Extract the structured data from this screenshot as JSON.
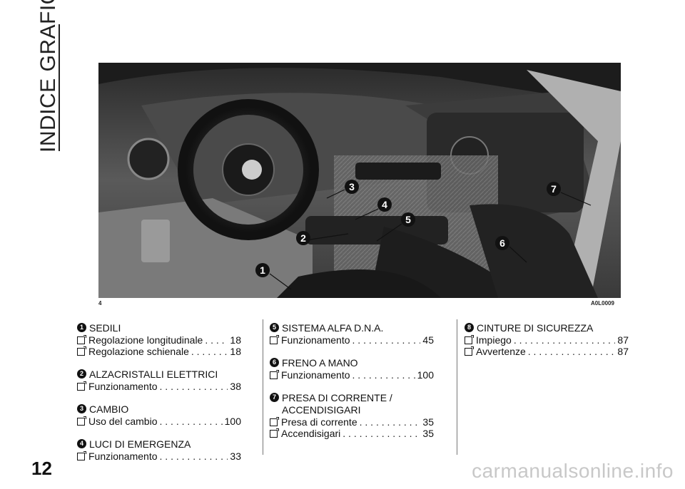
{
  "side_title": "INDICE GRAFICO",
  "figure": {
    "number": "4",
    "code": "A0L0009",
    "callouts": [
      "1",
      "2",
      "3",
      "4",
      "5",
      "6",
      "7"
    ]
  },
  "columns": [
    [
      {
        "num": "1",
        "title": "SEDILI",
        "entries": [
          {
            "text": "Regolazione longitudinale",
            "page": "18"
          },
          {
            "text": "Regolazione schienale",
            "page": "18"
          }
        ]
      },
      {
        "num": "2",
        "title": "ALZACRISTALLI ELETTRICI",
        "entries": [
          {
            "text": "Funzionamento",
            "page": "38"
          }
        ]
      },
      {
        "num": "3",
        "title": "CAMBIO",
        "entries": [
          {
            "text": "Uso del cambio",
            "page": "100"
          }
        ]
      },
      {
        "num": "4",
        "title": "LUCI DI EMERGENZA",
        "entries": [
          {
            "text": "Funzionamento",
            "page": "33"
          }
        ]
      }
    ],
    [
      {
        "num": "5",
        "title": "SISTEMA ALFA D.N.A.",
        "entries": [
          {
            "text": "Funzionamento",
            "page": "45"
          }
        ]
      },
      {
        "num": "6",
        "title": "FRENO A MANO",
        "entries": [
          {
            "text": "Funzionamento",
            "page": "100"
          }
        ]
      },
      {
        "num": "7",
        "title": "PRESA DI CORRENTE / ACCENDISIGARI",
        "entries": [
          {
            "text": "Presa di corrente",
            "page": "35"
          },
          {
            "text": "Accendisigari",
            "page": "35"
          }
        ]
      }
    ],
    [
      {
        "num": "8",
        "title": "CINTURE DI SICUREZZA",
        "entries": [
          {
            "text": "Impiego",
            "page": "87"
          },
          {
            "text": "Avvertenze",
            "page": "87"
          }
        ]
      }
    ]
  ],
  "page_number": "12",
  "watermark": "carmanualsonline.info"
}
